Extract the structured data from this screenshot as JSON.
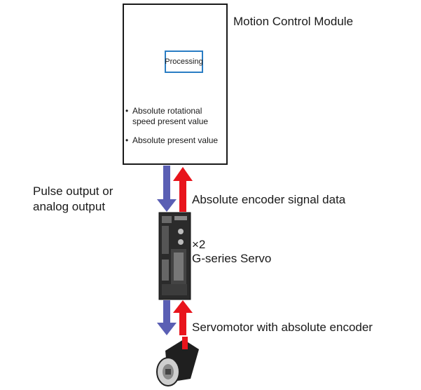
{
  "module": {
    "title": "Motion Control Module",
    "processing": "Processing",
    "values": [
      "Absolute rotational\nspeed present value",
      "Absolute present value"
    ]
  },
  "labels": {
    "pulse_output": "Pulse output or\nanalog output",
    "encoder_signal": "Absolute encoder signal data",
    "servo_count": "×2",
    "servo_name": "G-series Servo",
    "motor": "Servomotor with absolute encoder"
  },
  "colors": {
    "down_arrow": "#5a5fb4",
    "up_arrow": "#e8141c",
    "cycle": "#4a4fae",
    "processing_border": "#2a7dc4"
  },
  "icons": [
    "cycle-arrow-icon",
    "servo-drive-icon",
    "servomotor-icon"
  ]
}
